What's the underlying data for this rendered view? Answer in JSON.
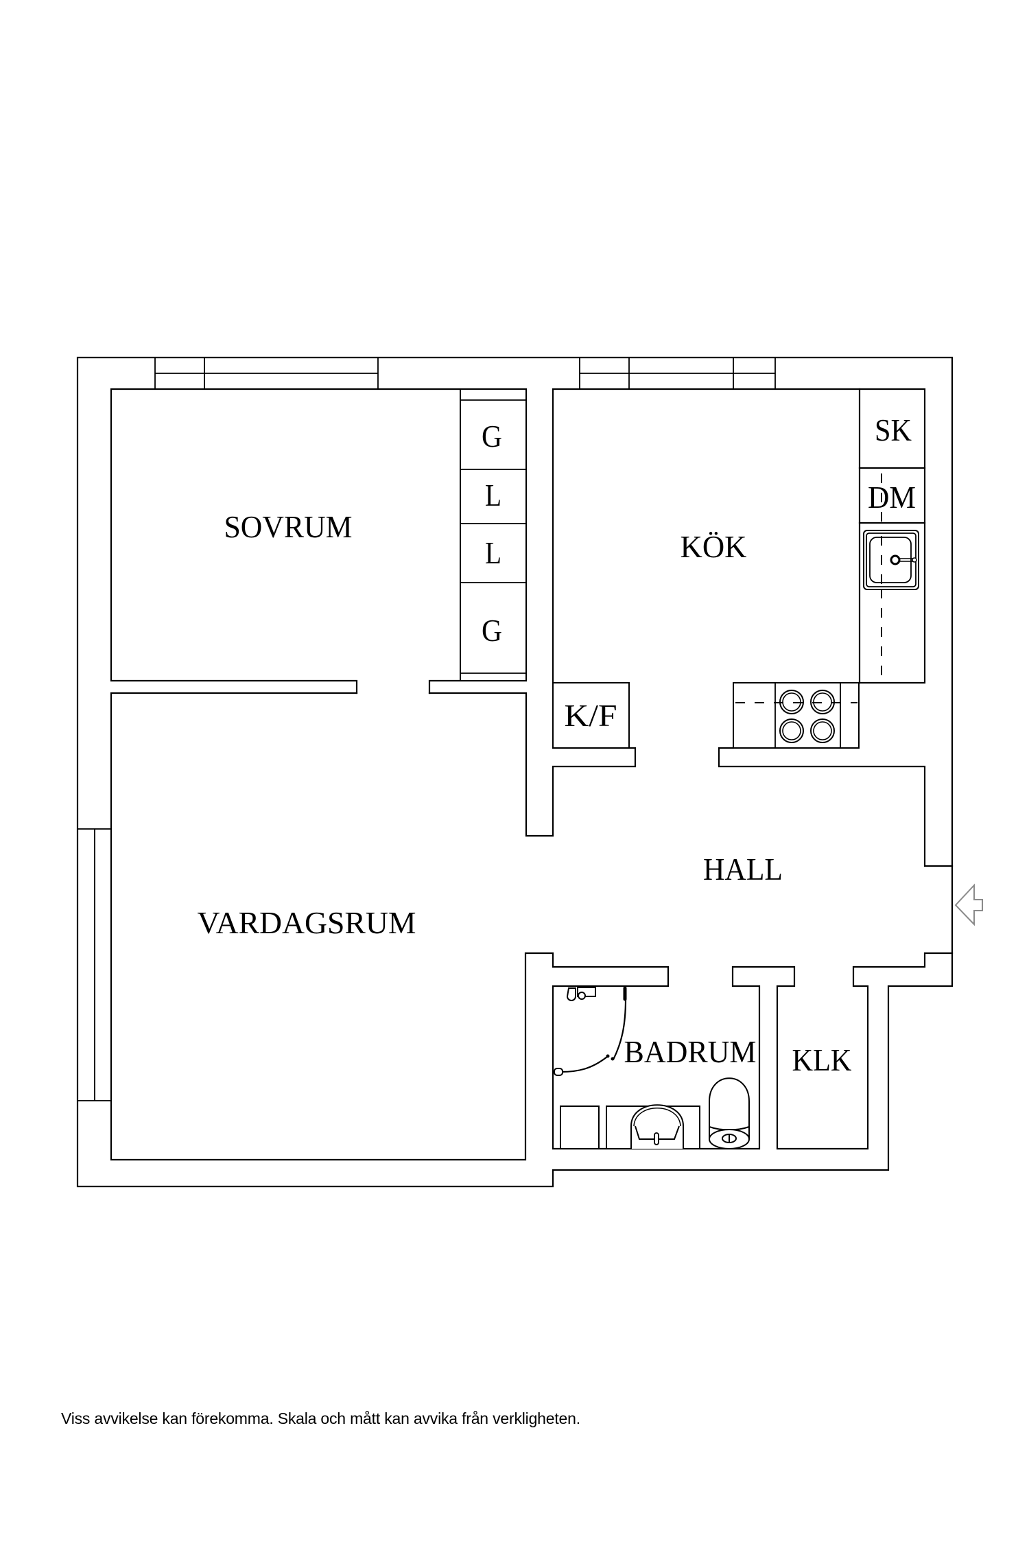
{
  "page": {
    "background": "#ffffff",
    "line_color": "#000000",
    "entrance_arrow_color": "#8a8a8a"
  },
  "floorplan": {
    "rooms": {
      "sovrum": "SOVRUM",
      "kok": "KÖK",
      "vardagsrum": "VARDAGSRUM",
      "hall": "HALL",
      "badrum": "BADRUM",
      "klk": "KLK"
    },
    "wardrobe": [
      "G",
      "L",
      "L",
      "G"
    ],
    "kitchen_units": {
      "sk": "SK",
      "dm": "DM",
      "kf": "K/F"
    },
    "icons": {
      "entrance": "entrance-arrow-icon",
      "kitchen_sink": "sink-icon",
      "stove": "stove-icon",
      "toilet": "toilet-icon",
      "washbasin": "washbasin-icon",
      "shower": "shower-icon"
    }
  },
  "footer": {
    "disclaimer": "Viss avvikelse kan förekomma. Skala och mått kan avvika från verkligheten."
  }
}
